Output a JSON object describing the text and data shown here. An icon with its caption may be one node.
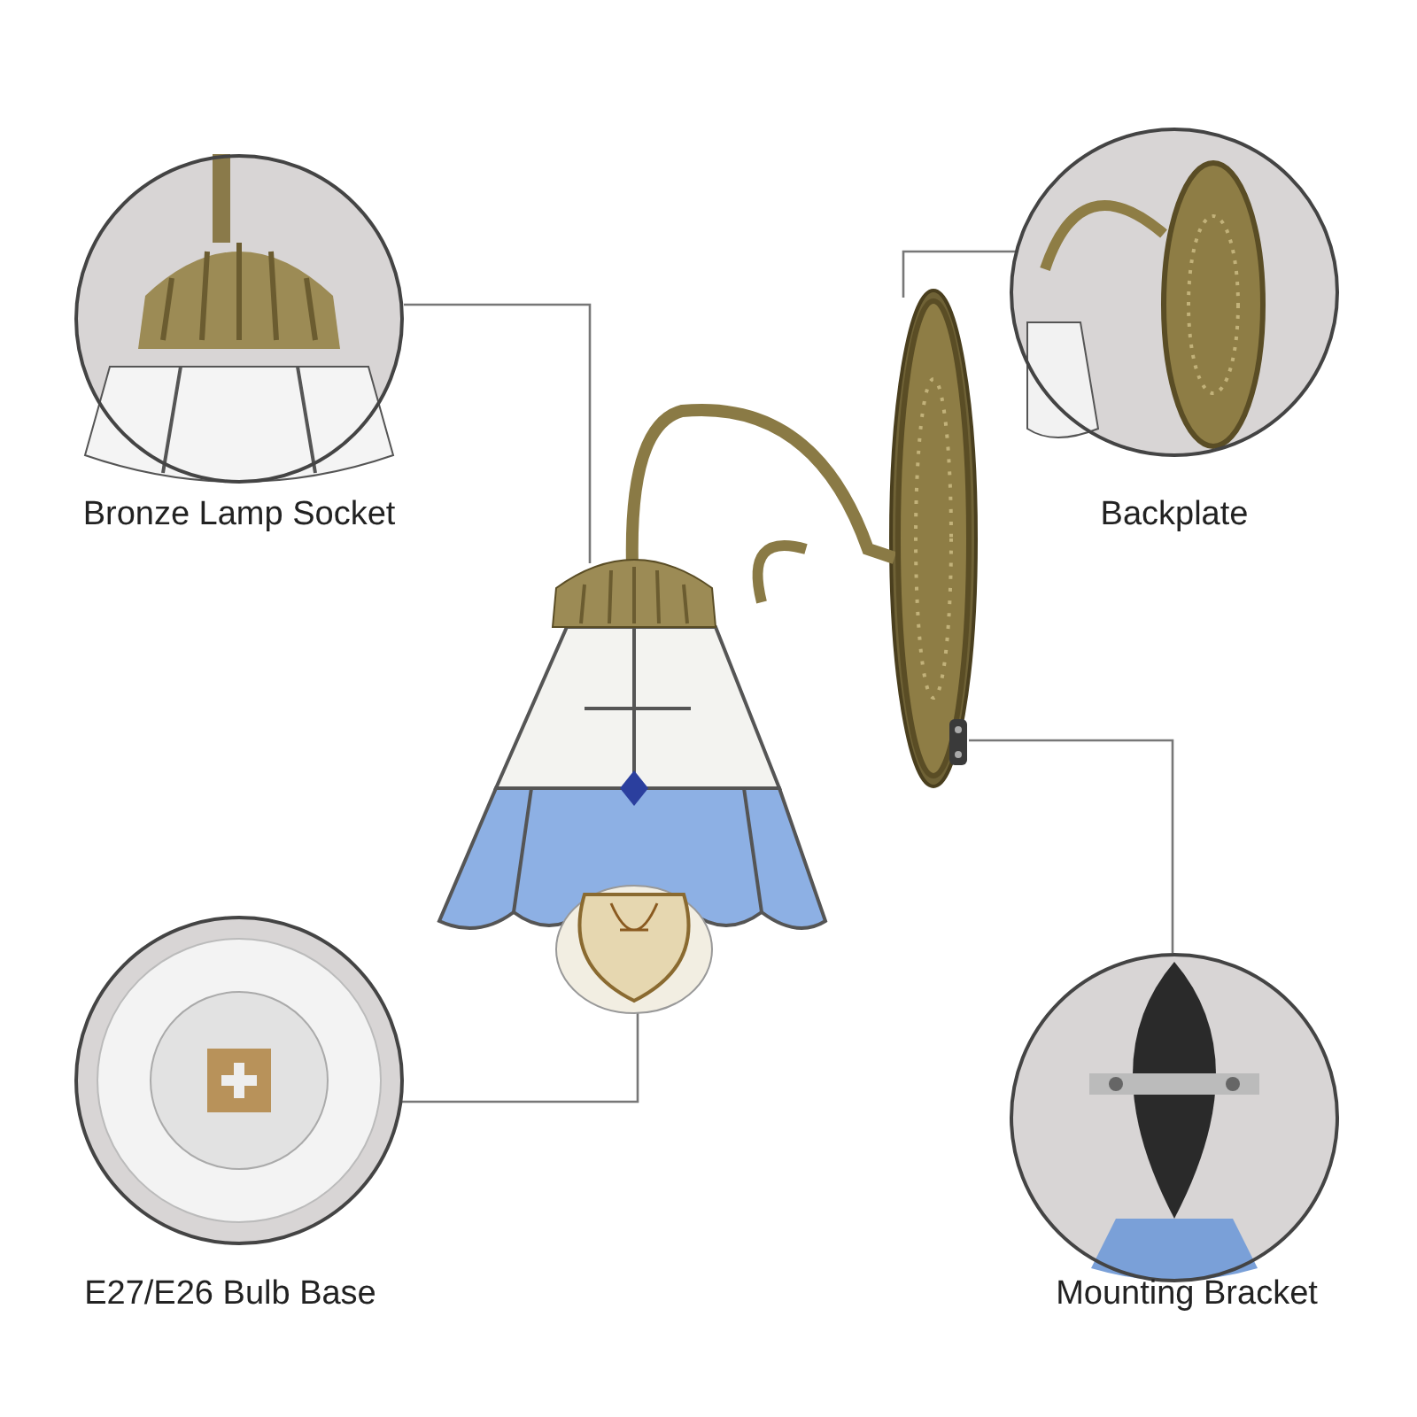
{
  "diagram": {
    "nodes": [
      {
        "text": [
          "Bronze Lamp Socket"
        ]
      },
      {
        "text": [
          "Backplate"
        ]
      },
      {
        "text": [
          "E27/E26 Bulb Base"
        ]
      },
      {
        "text": [
          "Mounting Bracket"
        ]
      },
      {
        "text": [],
        "shape": "picture"
      },
      {
        "text": [],
        "shape": "picture",
        "in": 4
      },
      {
        "text": [],
        "shape": "picture",
        "in": 4
      },
      {
        "text": [],
        "shape": "picture",
        "in": 4
      },
      {
        "text": [],
        "shape": "picture",
        "in": 4
      }
    ],
    "edges": [
      {
        "from": 0,
        "to": 5,
        "arrow": "none"
      },
      {
        "from": 1,
        "to": 6,
        "arrow": "none"
      },
      {
        "from": 2,
        "to": 7,
        "arrow": "none"
      },
      {
        "from": 3,
        "to": 8,
        "arrow": "none"
      }
    ]
  }
}
